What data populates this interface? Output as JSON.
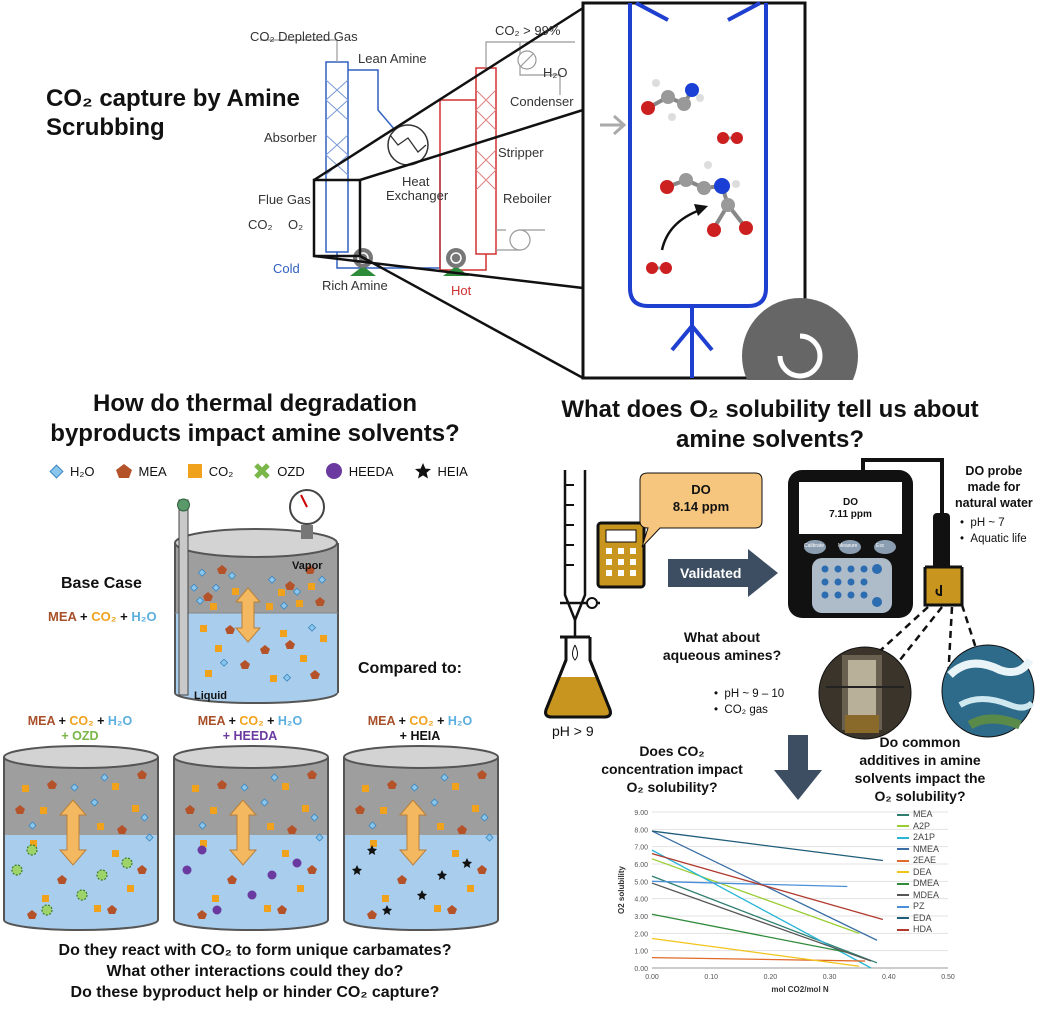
{
  "top": {
    "title_line1": "CO₂ capture by Amine",
    "title_line2": "Scrubbing",
    "labels": {
      "co2_depleted": "CO₂ Depleted Gas",
      "lean_amine": "Lean Amine",
      "co2_99": "CO₂ > 99%",
      "h2o": "H₂O",
      "condenser": "Condenser",
      "absorber": "Absorber",
      "heat": "Heat",
      "exchanger": "Exchanger",
      "stripper": "Stripper",
      "flue_gas": "Flue Gas",
      "co2": "CO₂",
      "o2": "O₂",
      "reboiler": "Reboiler",
      "cold": "Cold",
      "rich_amine": "Rich Amine",
      "hot": "Hot"
    },
    "colors": {
      "absorber": "#3060c0",
      "stripper": "#d03030",
      "zoom_column": "#1e3fd0",
      "arrow_gray": "#aaaaaa"
    }
  },
  "left": {
    "heading_line1": "How do thermal degradation",
    "heading_line2": "byproducts impact amine solvents?",
    "legend": [
      {
        "icon": "diamond-icon",
        "label": "H₂O",
        "color": "#8ac6ec"
      },
      {
        "icon": "pentagon-icon",
        "label": "MEA",
        "color": "#b4532a"
      },
      {
        "icon": "square-icon",
        "label": "CO₂",
        "color": "#f0a21c"
      },
      {
        "icon": "cross-icon",
        "label": "OZD",
        "color": "#7ab648"
      },
      {
        "icon": "circle-icon",
        "label": "HEEDA",
        "color": "#6a3aa0"
      },
      {
        "icon": "star-icon",
        "label": "HEIA",
        "color": "#111111"
      }
    ],
    "base_case": "Base Case",
    "base_mix": {
      "mea": "MEA",
      "plus1": " + ",
      "co2": "CO₂",
      "plus2": " + ",
      "h2o": "H₂O"
    },
    "vapor": "Vapor",
    "liquid": "Liquid",
    "compared": "Compared to:",
    "mix_common": {
      "mea": "MEA",
      "plus": " + ",
      "co2": "CO₂",
      "h2o": "H₂O"
    },
    "mix_extra": [
      "+ OZD",
      "+ HEEDA",
      "+ HEIA"
    ],
    "questions": [
      "Do they react with CO₂ to form unique carbamates?",
      "What other interactions could they do?",
      "Do these byproduct help or hinder CO₂ capture?"
    ]
  },
  "right": {
    "heading_line1": "What does O₂ solubility tell us about",
    "heading_line2": "amine solvents?",
    "do_bubble_1": "DO",
    "do_bubble_2": "8.14 ppm",
    "meter_1": "DO",
    "meter_2": "7.11 ppm",
    "meter_buttons": [
      "Calibrate",
      "Measure",
      "Esc"
    ],
    "validated": "Validated",
    "probe_1": "DO probe",
    "probe_2": "made for",
    "probe_3": "natural water",
    "probe_bullets": [
      "pH ~ 7",
      "Aquatic life"
    ],
    "aq_q1": "What about",
    "aq_q2": "aqueous amines?",
    "aq_bullets": [
      "pH ~ 9 – 10",
      "CO₂ gas"
    ],
    "ph9": "pH > 9",
    "co2_q": [
      "Does CO₂",
      "concentration impact",
      "O₂ solubility?"
    ],
    "additive_q": [
      "Do common",
      "additives in amine",
      "solvents impact the",
      "O₂ solubility?"
    ],
    "colors": {
      "bubble": "#f6c57e",
      "arrow": "#3d4e63",
      "liquid": "#c8961e"
    }
  },
  "chart_data": {
    "type": "line",
    "xlabel": "mol CO2/mol N",
    "ylabel": "O2 solubility",
    "xlim": [
      0,
      0.5
    ],
    "ylim": [
      0,
      9
    ],
    "xticks": [
      "0.00",
      "0.10",
      "0.20",
      "0.30",
      "0.40",
      "0.50"
    ],
    "yticks": [
      "0.00",
      "1.00",
      "2.00",
      "3.00",
      "4.00",
      "5.00",
      "6.00",
      "7.00",
      "8.00",
      "9.00"
    ],
    "grid": true,
    "legend_position": "right",
    "series": [
      {
        "name": "MEA",
        "color": "#2e7d6f",
        "points": [
          [
            0,
            5.3
          ],
          [
            0.38,
            0.3
          ]
        ]
      },
      {
        "name": "A2P",
        "color": "#9acd32",
        "points": [
          [
            0,
            6.3
          ],
          [
            0.35,
            2.0
          ]
        ]
      },
      {
        "name": "2A1P",
        "color": "#29b6d6",
        "points": [
          [
            0,
            6.8
          ],
          [
            0.37,
            0.0
          ]
        ]
      },
      {
        "name": "NMEA",
        "color": "#3a6ea5",
        "points": [
          [
            0,
            7.9
          ],
          [
            0.38,
            1.6
          ]
        ]
      },
      {
        "name": "2EAE",
        "color": "#e06a2b",
        "points": [
          [
            0,
            0.6
          ],
          [
            0.36,
            0.4
          ]
        ]
      },
      {
        "name": "DEA",
        "color": "#f0c419",
        "points": [
          [
            0,
            1.7
          ],
          [
            0.35,
            0.1
          ]
        ]
      },
      {
        "name": "DMEA",
        "color": "#2f8a3a",
        "points": [
          [
            0,
            3.1
          ],
          [
            0.33,
            0.9
          ]
        ]
      },
      {
        "name": "MDEA",
        "color": "#555555",
        "points": [
          [
            0,
            4.9
          ],
          [
            0.37,
            0.4
          ]
        ]
      },
      {
        "name": "PZ",
        "color": "#4a90d9",
        "points": [
          [
            0,
            5.0
          ],
          [
            0.33,
            4.7
          ]
        ]
      },
      {
        "name": "EDA",
        "color": "#1f5d7a",
        "points": [
          [
            0,
            7.9
          ],
          [
            0.39,
            6.2
          ]
        ]
      },
      {
        "name": "HDA",
        "color": "#b03a2e",
        "points": [
          [
            0,
            6.6
          ],
          [
            0.39,
            2.8
          ]
        ]
      }
    ]
  }
}
